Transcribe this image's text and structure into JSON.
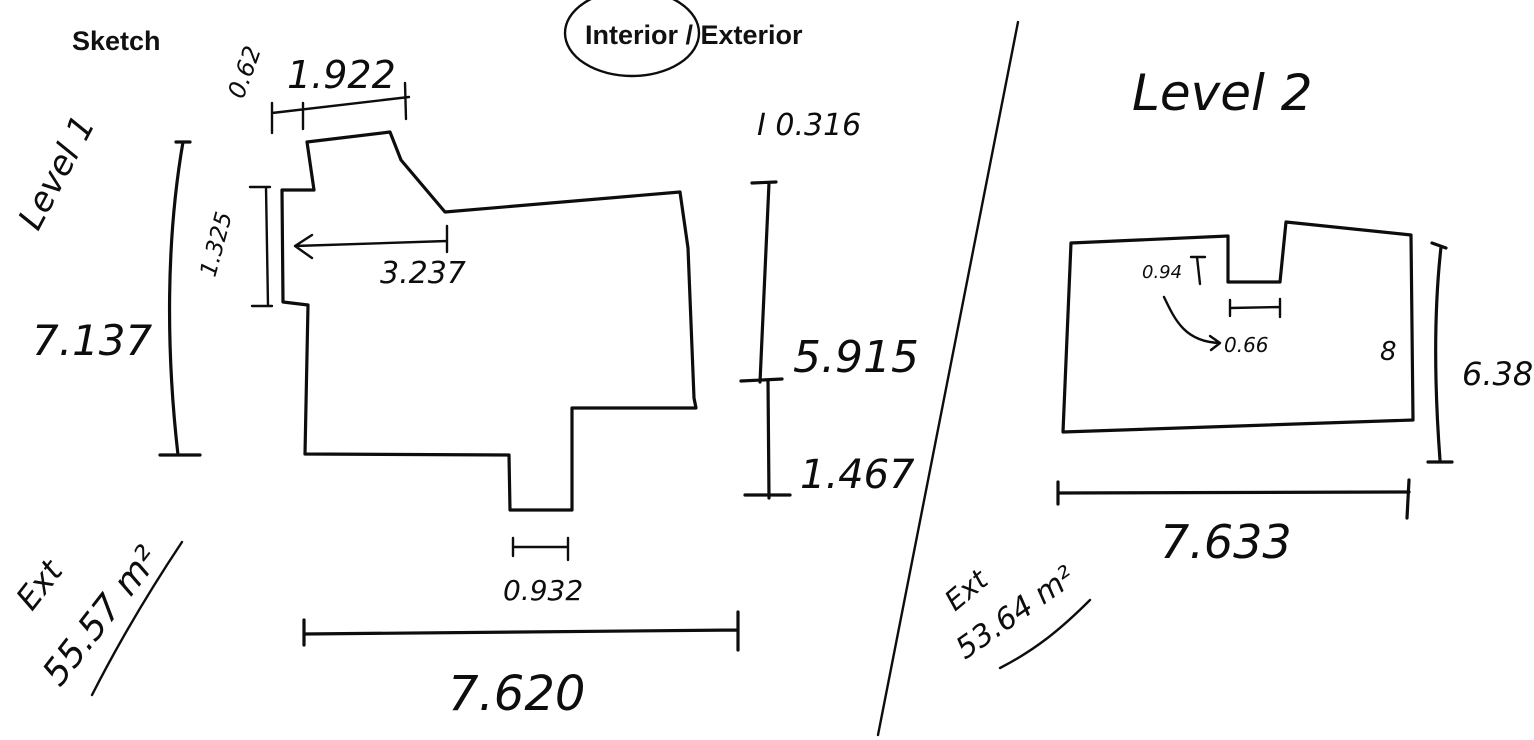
{
  "header": {
    "left_title": "Sketch",
    "center_title": "Interior / Exterior"
  },
  "level1": {
    "level_label": "Level 1",
    "dims": {
      "top_offset": "0.62",
      "top_width": "1.922",
      "bump_height": "1.325",
      "bump_depth": "3.237",
      "interior_note": "I 0.316",
      "overall_height": "7.137",
      "right_height": "5.915",
      "right_lower": "1.467",
      "notch_width": "0.932",
      "overall_width": "7.620"
    },
    "area": {
      "label": "Ext",
      "value": "55.57 m²"
    }
  },
  "level2": {
    "level_label": "Level 2",
    "dims": {
      "notch_depth": "0.94",
      "notch_width": "0.66",
      "right_marker": "8",
      "overall_height": "6.38",
      "overall_width": "7.633"
    },
    "area": {
      "label": "Ext",
      "value": "53.64 m²"
    }
  }
}
